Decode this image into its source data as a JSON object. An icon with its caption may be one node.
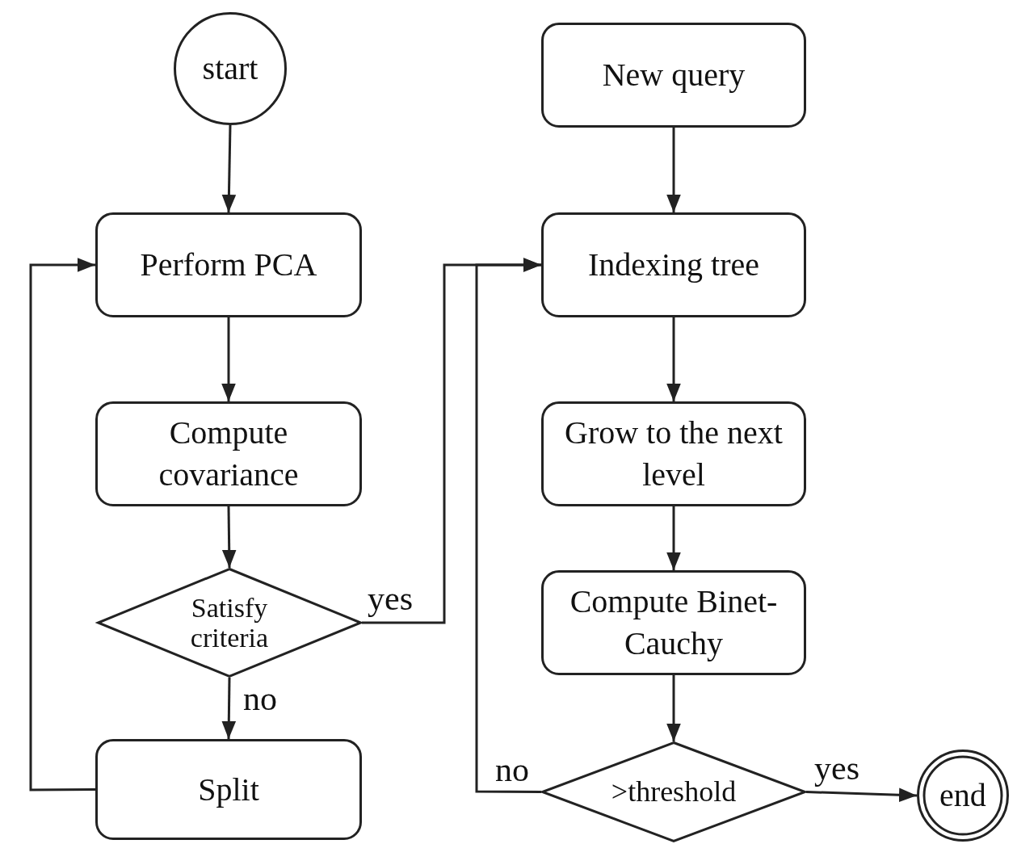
{
  "diagram": {
    "nodes": [
      {
        "text": [
          "start"
        ]
      },
      {
        "text": [
          "Perform PCA"
        ]
      },
      {
        "text": [
          "Compute covariance"
        ]
      },
      {
        "text": [
          "Satisfy criteria"
        ]
      },
      {
        "text": [
          "Split"
        ]
      },
      {
        "text": [
          "New query"
        ]
      },
      {
        "text": [
          "Indexing tree"
        ]
      },
      {
        "text": [
          "Grow to the next level"
        ]
      },
      {
        "text": [
          "Compute Binet-Cauchy"
        ]
      },
      {
        "text": [
          ">threshold"
        ]
      },
      {
        "text": [
          "end"
        ]
      }
    ],
    "edges": [
      {
        "from": 0,
        "to": 1,
        "arrow": "to"
      },
      {
        "from": 1,
        "to": 2,
        "arrow": "to"
      },
      {
        "from": 2,
        "to": 3,
        "arrow": "to"
      },
      {
        "from": 3,
        "to": 4,
        "arrow": "to",
        "label": "no"
      },
      {
        "from": 4,
        "to": 1,
        "arrow": "to"
      },
      {
        "from": 3,
        "to": 6,
        "arrow": "to",
        "label": "yes"
      },
      {
        "from": 5,
        "to": 6,
        "arrow": "to"
      },
      {
        "from": 6,
        "to": 7,
        "arrow": "to"
      },
      {
        "from": 7,
        "to": 8,
        "arrow": "to"
      },
      {
        "from": 8,
        "to": 9,
        "arrow": "to"
      },
      {
        "from": 9,
        "to": 6,
        "arrow": "to",
        "label": "no"
      },
      {
        "from": 9,
        "to": 10,
        "arrow": "to",
        "label": "yes"
      }
    ]
  }
}
